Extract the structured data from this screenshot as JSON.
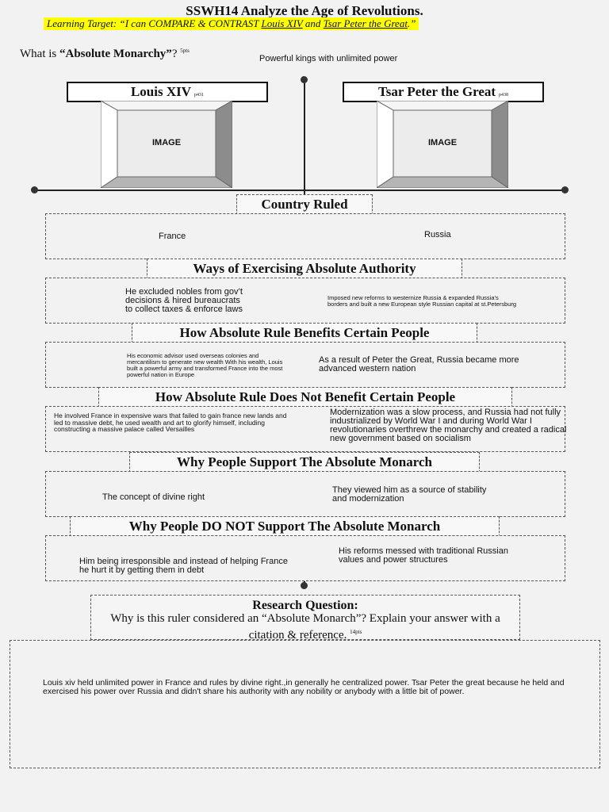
{
  "header": {
    "title": "SSWH14 Analyze the Age of Revolutions.",
    "target_prefix": "Learning Target: “I can COMPARE & CONTRAST ",
    "target_ruler1": "Louis XIV",
    "target_and": " and ",
    "target_ruler2": "Tsar Peter the Great",
    "target_suffix": ".”"
  },
  "question1": {
    "prefix": "What is ",
    "term": "“Absolute Monarchy”",
    "suffix": "? ",
    "points": "5pts",
    "answer": "Powerful kings with unlimited power"
  },
  "rulers": {
    "left": {
      "name": "Louis XIV",
      "page": "p431",
      "image_label": "IMAGE"
    },
    "right": {
      "name": "Tsar Peter the Great",
      "page": "p438",
      "image_label": "IMAGE"
    }
  },
  "sections": [
    {
      "title": "Country Ruled",
      "left": "France",
      "right": "Russia"
    },
    {
      "title": "Ways of Exercising Absolute Authority",
      "left": "He excluded nobles from gov’t decisions & hired bureaucrats to collect taxes & enforce laws",
      "right": "Imposed new reforms to westernize Russia & expanded Russia’s borders and built a new European style Russian capital at st.Petersburg"
    },
    {
      "title": "How Absolute Rule Benefits Certain People",
      "left": "His economic advisor used overseas colonies and mercantilism to generate new wealth With his wealth, Louis built a powerful army and transformed France into the most powerful nation in Europe",
      "right": "As a result of Peter the Great, Russia became more advanced western nation"
    },
    {
      "title": "How Absolute Rule Does Not Benefit Certain People",
      "left": "He involved France in expensive wars that failed to gain france new lands and led to massive debt, he used wealth and art to glorify himself, including constructing a massive palace called Versailles",
      "right": "Modernization was a slow process, and Russia had not fully industrialized by World War I and during World War I revolutionaries overthrew the monarchy and created a radical new government based on socialism"
    },
    {
      "title": "Why People Support The Absolute Monarch",
      "left": "The concept of divine right",
      "right": "They viewed him as a source of stability and modernization"
    },
    {
      "title": "Why People DO NOT Support The Absolute Monarch",
      "left": "Him being irresponsible and instead of helping France he hurt it by getting them in debt",
      "right": "His reforms messed with traditional Russian values and power structures"
    }
  ],
  "research": {
    "heading": "Research Question:",
    "question": "Why is this ruler considered an “Absolute Monarch”? Explain your answer with a citation & reference.",
    "points": "14pts",
    "answer": "Louis xiv held unlimited power in France and rules by divine right.,in generally he centralized power. Tsar Peter the great because he held and exercised his power over Russia and didn't share his authority with any nobility or anybody with a little bit of power."
  }
}
